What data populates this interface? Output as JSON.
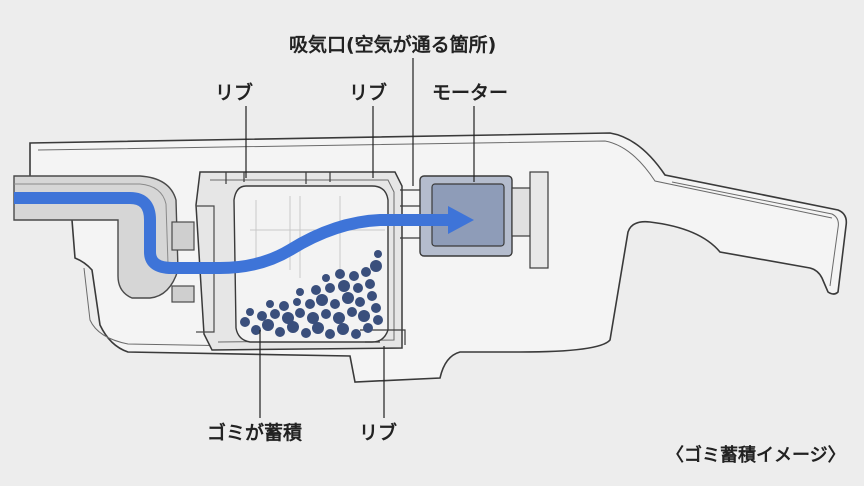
{
  "labels": {
    "air_intake": "吸気口(空気が通る箇所)",
    "rib_top_left": "リブ",
    "rib_top_center": "リブ",
    "motor": "モーター",
    "dust_accumulation": "ゴミが蓄積",
    "rib_bottom": "リブ",
    "caption": "〈ゴミ蓄積イメージ〉"
  },
  "colors": {
    "background": "#ededed",
    "outline": "#3a3a3a",
    "airflow": "#3e74d8",
    "dust": "#3a4f7c",
    "motor": "#8e9cb8",
    "bin": "#f2f2f2"
  }
}
